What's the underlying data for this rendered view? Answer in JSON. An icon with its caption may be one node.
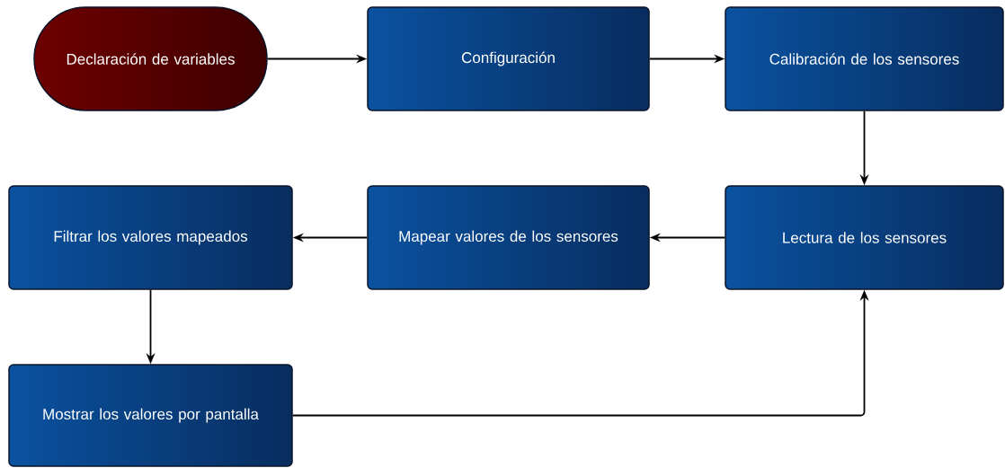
{
  "diagram": {
    "nodes": [
      {
        "text": [
          "Declaración de variables"
        ]
      },
      {
        "text": [
          "Configuración"
        ]
      },
      {
        "text": [
          "Calibración de los sensores"
        ]
      },
      {
        "text": [
          "Lectura de los sensores"
        ]
      },
      {
        "text": [
          "Mapear valores de los sensores"
        ]
      },
      {
        "text": [
          "Filtrar los valores mapeados"
        ]
      },
      {
        "text": [
          "Mostrar los valores por pantalla"
        ]
      }
    ],
    "edges": [
      {
        "from": 0,
        "to": 1,
        "arrow": "to"
      },
      {
        "from": 1,
        "to": 2,
        "arrow": "to"
      },
      {
        "from": 2,
        "to": 3,
        "arrow": "to"
      },
      {
        "from": 3,
        "to": 4,
        "arrow": "to"
      },
      {
        "from": 4,
        "to": 5,
        "arrow": "to"
      },
      {
        "from": 5,
        "to": 6,
        "arrow": "to"
      },
      {
        "from": 6,
        "to": 3,
        "arrow": "to"
      }
    ]
  }
}
